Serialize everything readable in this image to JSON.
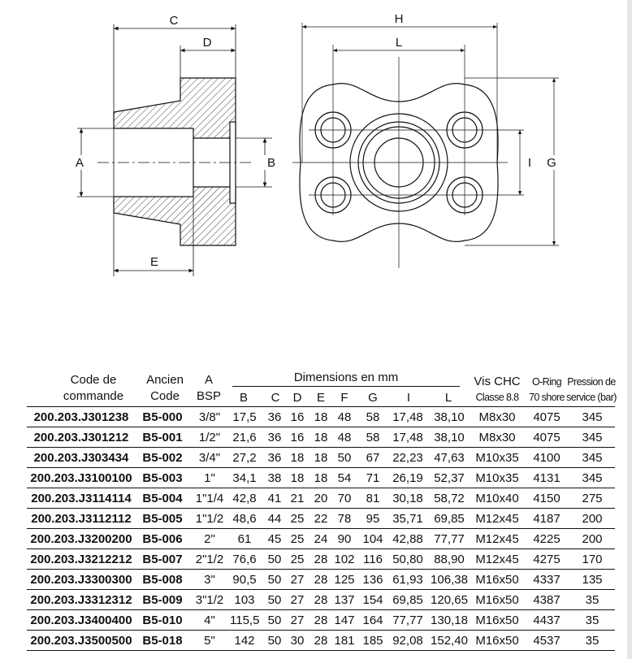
{
  "drawing": {
    "side_view_labels": {
      "C": "C",
      "D": "D",
      "E": "E",
      "A": "A",
      "B": "B"
    },
    "front_view_labels": {
      "H": "H",
      "L": "L",
      "I": "I",
      "G": "G"
    }
  },
  "table": {
    "headers": {
      "code": [
        "Code de",
        "commande"
      ],
      "ancien": [
        "Ancien",
        "Code"
      ],
      "bsp": [
        "A",
        "BSP"
      ],
      "dimensions": "Dimensions en mm",
      "dims": [
        "B",
        "C",
        "D",
        "E",
        "F",
        "G",
        "I",
        "L"
      ],
      "vis": [
        "Vis CHC",
        "Classe 8.8"
      ],
      "oring": [
        "O-Ring",
        "70 shore"
      ],
      "pression": [
        "Pression de",
        "service (bar)"
      ]
    },
    "rows": [
      [
        "200.203.J301238",
        "B5-000",
        "3/8\"",
        "17,5",
        "36",
        "16",
        "18",
        "48",
        "58",
        "17,48",
        "38,10",
        "M8x30",
        "4075",
        "345"
      ],
      [
        "200.203.J301212",
        "B5-001",
        "1/2\"",
        "21,6",
        "36",
        "16",
        "18",
        "48",
        "58",
        "17,48",
        "38,10",
        "M8x30",
        "4075",
        "345"
      ],
      [
        "200.203.J303434",
        "B5-002",
        "3/4\"",
        "27,2",
        "36",
        "18",
        "18",
        "50",
        "67",
        "22,23",
        "47,63",
        "M10x35",
        "4100",
        "345"
      ],
      [
        "200.203.J3100100",
        "B5-003",
        "1\"",
        "34,1",
        "38",
        "18",
        "18",
        "54",
        "71",
        "26,19",
        "52,37",
        "M10x35",
        "4131",
        "345"
      ],
      [
        "200.203.J3114114",
        "B5-004",
        "1\"1/4",
        "42,8",
        "41",
        "21",
        "20",
        "70",
        "81",
        "30,18",
        "58,72",
        "M10x40",
        "4150",
        "275"
      ],
      [
        "200.203.J3112112",
        "B5-005",
        "1\"1/2",
        "48,6",
        "44",
        "25",
        "22",
        "78",
        "95",
        "35,71",
        "69,85",
        "M12x45",
        "4187",
        "200"
      ],
      [
        "200.203.J3200200",
        "B5-006",
        "2\"",
        "61",
        "45",
        "25",
        "24",
        "90",
        "104",
        "42,88",
        "77,77",
        "M12x45",
        "4225",
        "200"
      ],
      [
        "200.203.J3212212",
        "B5-007",
        "2\"1/2",
        "76,6",
        "50",
        "25",
        "28",
        "102",
        "116",
        "50,80",
        "88,90",
        "M12x45",
        "4275",
        "170"
      ],
      [
        "200.203.J3300300",
        "B5-008",
        "3\"",
        "90,5",
        "50",
        "27",
        "28",
        "125",
        "136",
        "61,93",
        "106,38",
        "M16x50",
        "4337",
        "135"
      ],
      [
        "200.203.J3312312",
        "B5-009",
        "3\"1/2",
        "103",
        "50",
        "27",
        "28",
        "137",
        "154",
        "69,85",
        "120,65",
        "M16x50",
        "4387",
        "35"
      ],
      [
        "200.203.J3400400",
        "B5-010",
        "4\"",
        "115,5",
        "50",
        "27",
        "28",
        "147",
        "164",
        "77,77",
        "130,18",
        "M16x50",
        "4437",
        "35"
      ],
      [
        "200.203.J3500500",
        "B5-018",
        "5\"",
        "142",
        "50",
        "30",
        "28",
        "181",
        "185",
        "92,08",
        "152,40",
        "M16x50",
        "4537",
        "35"
      ]
    ]
  }
}
